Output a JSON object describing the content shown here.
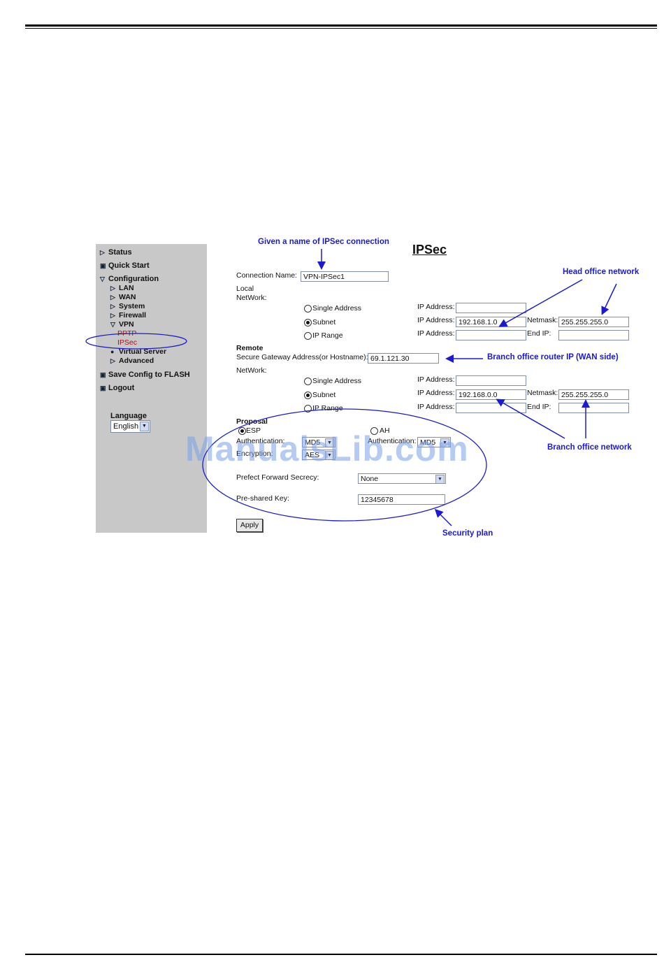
{
  "sidebar": {
    "items": [
      {
        "label": "Status"
      },
      {
        "label": "Quick Start"
      },
      {
        "label": "Configuration"
      },
      {
        "label": "LAN"
      },
      {
        "label": "WAN"
      },
      {
        "label": "System"
      },
      {
        "label": "Firewall"
      },
      {
        "label": "VPN"
      },
      {
        "label": "PPTP"
      },
      {
        "label": "IPSec"
      },
      {
        "label": "Virtual Server"
      },
      {
        "label": "Advanced"
      },
      {
        "label": "Save Config to FLASH"
      },
      {
        "label": "Logout"
      }
    ],
    "language_label": "Language",
    "language_value": "English"
  },
  "page": {
    "title": "IPSec",
    "connection_name_label": "Connection Name:",
    "connection_name_value": "VPN-IPSec1",
    "local_label": "Local",
    "network_label": "NetWork:",
    "single_address": "Single Address",
    "subnet": "Subnet",
    "ip_range": "IP Range",
    "ip_address_label": "IP Address:",
    "netmask_label": "Netmask:",
    "end_ip_label": "End IP:",
    "local_subnet_ip": "192.168.1.0",
    "local_netmask": "255.255.255.0",
    "remote_label": "Remote",
    "gateway_label": "Secure Gateway Address(or Hostname):",
    "gateway_value": "69.1.121.30",
    "remote_subnet_ip": "192.168.0.0",
    "remote_netmask": "255.255.255.0",
    "proposal_label": "Proposal",
    "esp": "ESP",
    "ah": "AH",
    "authentication_label": "Authentication:",
    "esp_auth_value": "MD5",
    "ah_auth_value": "MD5",
    "encryption_label": "Encryption:",
    "encryption_value": "AES",
    "pfs_label": "Prefect Forward Secrecy:",
    "pfs_value": "None",
    "psk_label": "Pre-shared Key:",
    "psk_value": "12345678",
    "apply": "Apply"
  },
  "annotations": {
    "name_note": "Given a name of IPSec connection",
    "head_office": "Head office network",
    "branch_router": "Branch office router IP (WAN side)",
    "branch_network": "Branch office network",
    "security_plan": "Security plan"
  },
  "watermark": "ManualsLib.com",
  "colors": {
    "annotation": "#1a1ad0",
    "sidebar": "#c8c8c8",
    "selected_nav": "#b01010"
  }
}
